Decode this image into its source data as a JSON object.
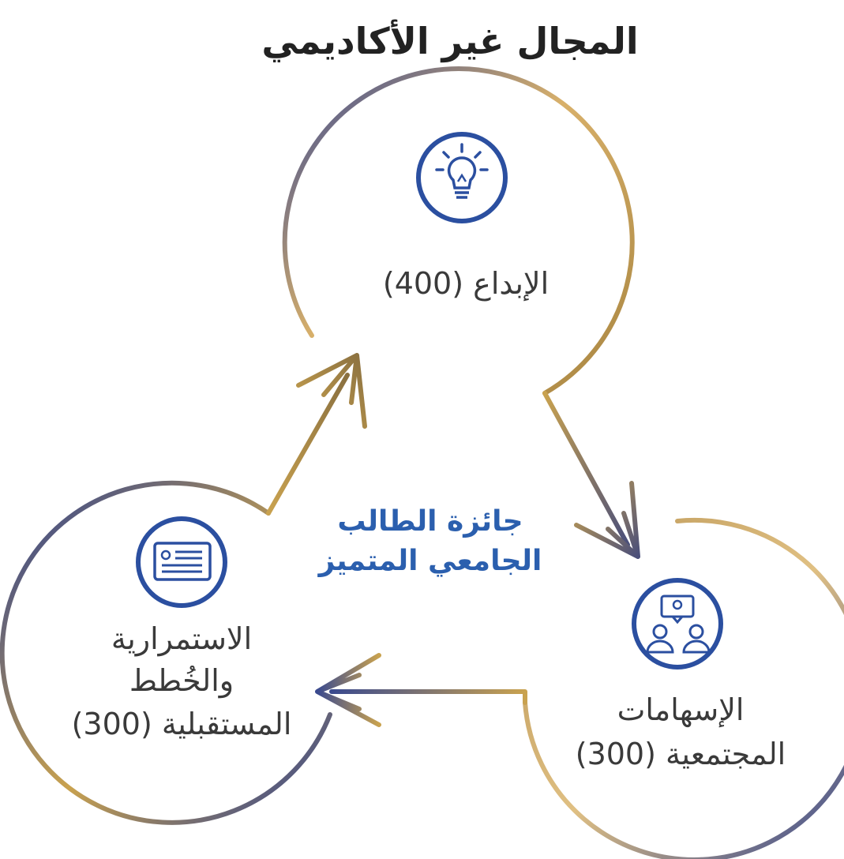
{
  "title": "المجال غير الأكاديمي",
  "center": {
    "line1": "جائزة الطالب",
    "line2": "الجامعي المتميز"
  },
  "nodes": {
    "creativity": {
      "label": "الإبداع (400)",
      "icon": "lightbulb-icon"
    },
    "community": {
      "label_line1": "الإسهامات",
      "label_line2": "المجتمعية (300)",
      "icon": "people-discussion-icon"
    },
    "continuity": {
      "label_line1": "الاستمرارية",
      "label_line2": "والخُطط",
      "label_line3": "المستقبلية (300)",
      "icon": "presentation-board-icon"
    }
  },
  "colors": {
    "gold": "#c9a24f",
    "navy": "#2b3f8f",
    "title": "#222222",
    "center_text": "#2b5fae",
    "label": "#3a3a3a"
  }
}
